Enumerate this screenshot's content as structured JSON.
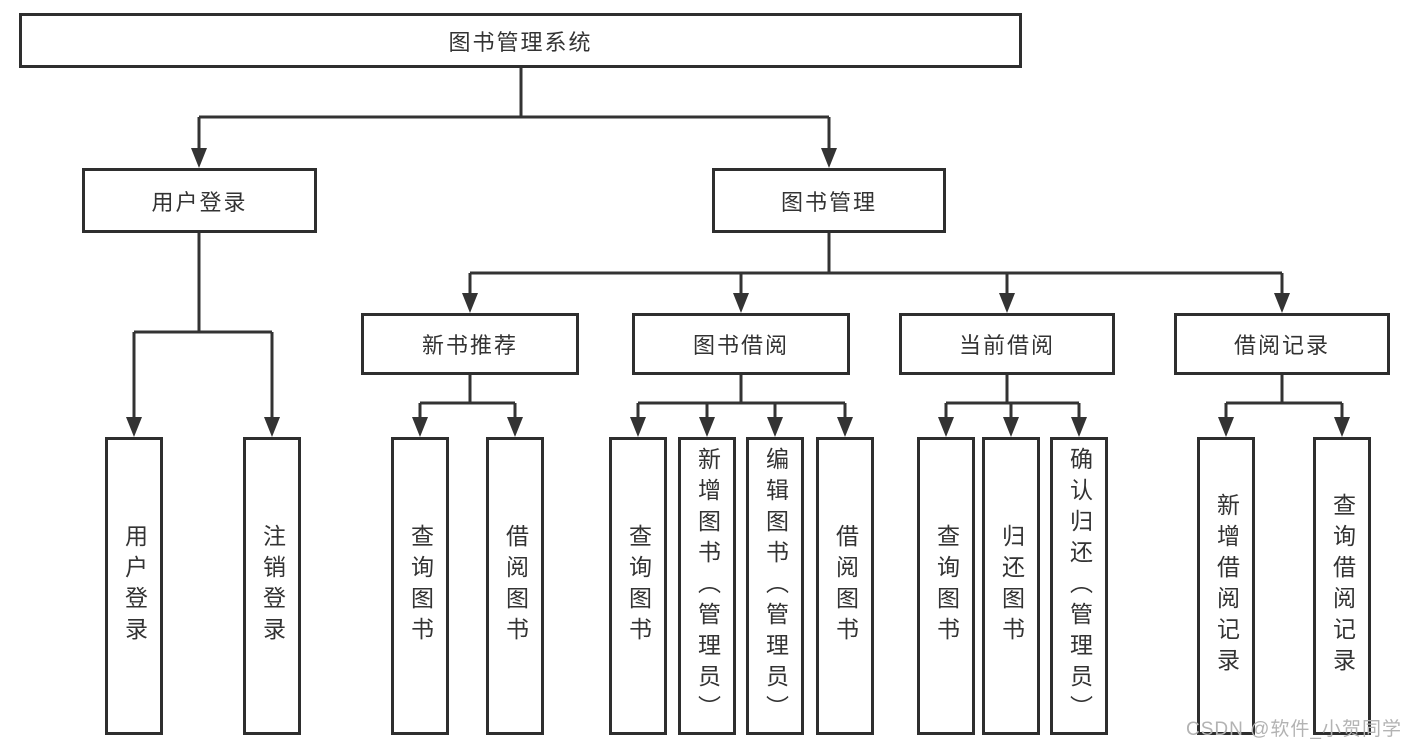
{
  "diagram": {
    "root": {
      "label": "图书管理系统"
    },
    "branches": [
      {
        "label": "用户登录",
        "children": [
          {
            "label": "用户登录"
          },
          {
            "label": "注销登录"
          }
        ]
      },
      {
        "label": "图书管理",
        "children": [
          {
            "label": "新书推荐",
            "children": [
              {
                "label": "查询图书"
              },
              {
                "label": "借阅图书"
              }
            ]
          },
          {
            "label": "图书借阅",
            "children": [
              {
                "label": "查询图书"
              },
              {
                "label": "新增图书（管理员）"
              },
              {
                "label": "编辑图书（管理员）"
              },
              {
                "label": "借阅图书"
              }
            ]
          },
          {
            "label": "当前借阅",
            "children": [
              {
                "label": "查询图书"
              },
              {
                "label": "归还图书"
              },
              {
                "label": "确认归还（管理员）"
              }
            ]
          },
          {
            "label": "借阅记录",
            "children": [
              {
                "label": "新增借阅记录"
              },
              {
                "label": "查询借阅记录"
              }
            ]
          }
        ]
      }
    ]
  },
  "watermark": {
    "text": "CSDN @软件_小贺同学"
  },
  "colors": {
    "line": "#333333",
    "box_border": "#2e2e2e",
    "text": "#333333",
    "background": "#ffffff",
    "watermark": "#b3b3b3"
  }
}
